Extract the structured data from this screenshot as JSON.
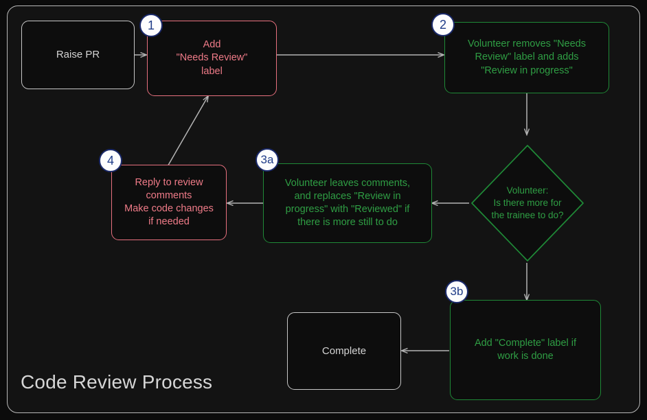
{
  "diagram": {
    "title": "Code Review Process",
    "type": "flowchart",
    "theme": {
      "background": "#0b0b0b",
      "frame_border": "#b9b9b9",
      "neutral_node": "#c8c8c8",
      "red_node": "#e8717f",
      "red_text": "#ef7b88",
      "green_node": "#1f8a37",
      "green_text": "#2f9e44",
      "edge": "#b5b5b5",
      "badge_fill": "#fdfdfd",
      "badge_border": "#1b2a6b",
      "badge_text": "#1f3c88"
    },
    "nodes": [
      {
        "id": "raise-pr",
        "label": "Raise PR",
        "style": "neutral",
        "shape": "rounded-rect",
        "badge": null
      },
      {
        "id": "add-needs-review",
        "label": "Add\n\"Needs Review\"\nlabel",
        "style": "red",
        "shape": "rounded-rect",
        "badge": "1"
      },
      {
        "id": "volunteer-removes",
        "label": "Volunteer removes \"Needs\nReview\" label and adds\n\"Review in progress\"",
        "style": "green",
        "shape": "rounded-rect",
        "badge": "2"
      },
      {
        "id": "decision",
        "label": "Volunteer:\nIs there more for\nthe trainee to do?",
        "style": "green",
        "shape": "diamond",
        "badge": null
      },
      {
        "id": "leaves-comments",
        "label": "Volunteer leaves comments,\nand replaces \"Review in\nprogress\" with \"Reviewed\" if\nthere is more still to do",
        "style": "green",
        "shape": "rounded-rect",
        "badge": "3a"
      },
      {
        "id": "reply-to-review",
        "label": "Reply to review\ncomments\nMake code changes\nif needed",
        "style": "red",
        "shape": "rounded-rect",
        "badge": "4"
      },
      {
        "id": "add-complete",
        "label": "Add \"Complete\" label if\nwork is done",
        "style": "green",
        "shape": "rounded-rect",
        "badge": "3b"
      },
      {
        "id": "complete",
        "label": "Complete",
        "style": "neutral",
        "shape": "rounded-rect",
        "badge": null
      }
    ],
    "edges": [
      {
        "from": "raise-pr",
        "to": "add-needs-review"
      },
      {
        "from": "add-needs-review",
        "to": "volunteer-removes"
      },
      {
        "from": "volunteer-removes",
        "to": "decision"
      },
      {
        "from": "decision",
        "to": "leaves-comments"
      },
      {
        "from": "decision",
        "to": "add-complete"
      },
      {
        "from": "leaves-comments",
        "to": "reply-to-review"
      },
      {
        "from": "reply-to-review",
        "to": "add-needs-review"
      },
      {
        "from": "add-complete",
        "to": "complete"
      }
    ]
  }
}
